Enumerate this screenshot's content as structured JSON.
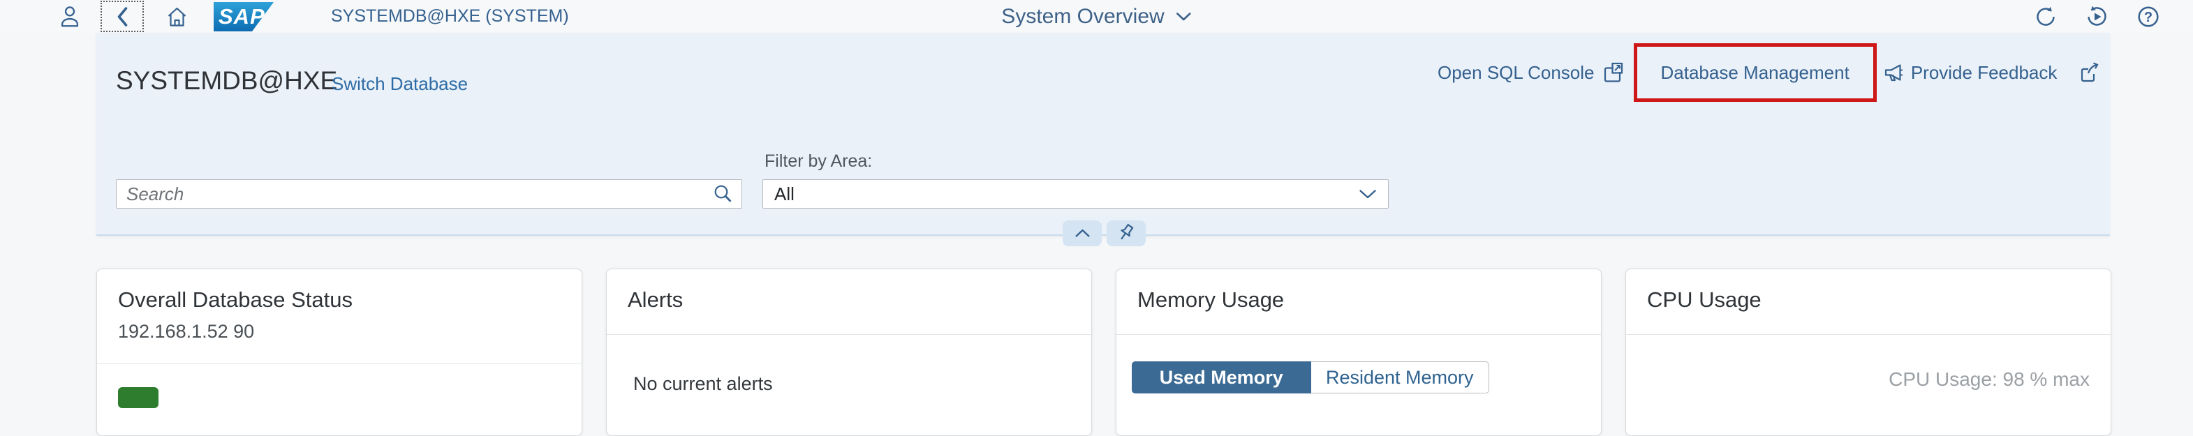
{
  "topbar": {
    "system_label": "SYSTEMDB@HXE (SYSTEM)",
    "page_title": "System Overview"
  },
  "header": {
    "title": "SYSTEMDB@HXE",
    "switch_database_label": "Switch Database",
    "open_sql_console_label": "Open SQL Console",
    "database_management_label": "Database Management",
    "provide_feedback_label": "Provide Feedback"
  },
  "toolbar": {
    "search_placeholder": "Search",
    "filter_label": "Filter by Area:",
    "filter_value": "All"
  },
  "cards": {
    "overall_status": {
      "title": "Overall Database Status",
      "subtitle": "192.168.1.52 90"
    },
    "alerts": {
      "title": "Alerts",
      "empty_message": "No current alerts"
    },
    "memory": {
      "title": "Memory Usage",
      "tab_used": "Used Memory",
      "tab_resident": "Resident Memory"
    },
    "cpu": {
      "title": "CPU Usage",
      "usage_text": "CPU Usage: 98 % max"
    }
  },
  "icons": {
    "help_glyph": "?",
    "names": [
      "person-icon",
      "back-icon",
      "home-icon",
      "sap-logo",
      "chevron-down-icon",
      "refresh-icon",
      "auto-refresh-icon",
      "help-icon",
      "open-external-icon",
      "megaphone-icon",
      "share-icon",
      "search-icon",
      "chevron-up-icon",
      "pin-icon"
    ]
  },
  "colors": {
    "accent_blue": "#35618f",
    "selected_segment": "#3b6b94",
    "status_green": "#2e7d2e",
    "annotation_red": "#ce1717",
    "panel_blue": "#eaf1f8"
  }
}
